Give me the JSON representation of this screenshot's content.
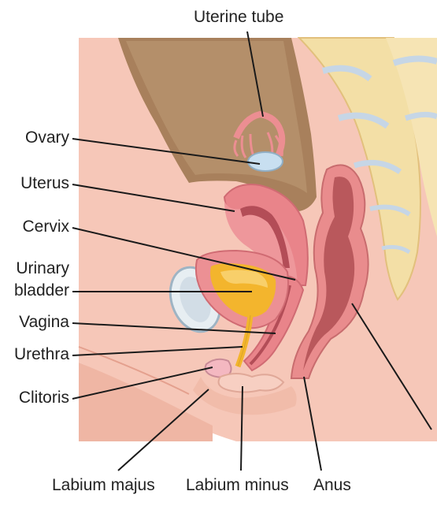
{
  "labels": {
    "uterine_tube": "Uterine tube",
    "ovary": "Ovary",
    "uterus": "Uterus",
    "cervix": "Cervix",
    "urinary_bladder_line1": "Urinary",
    "urinary_bladder_line2": "bladder",
    "vagina": "Vagina",
    "urethra": "Urethra",
    "clitoris": "Clitoris",
    "labium_majus": "Labium majus",
    "labium_minus": "Labium minus",
    "anus": "Anus"
  },
  "colors": {
    "skin": "#f6c7b8",
    "skin_shadow": "#e9a896",
    "peritoneal_cavity": "#a8805c",
    "sacrum": "#f3dfa6",
    "disc": "#c6d6e6",
    "muscle_wall": "#e9848a",
    "uterine_cavity": "#b34d57",
    "bladder_fill": "#f3b52d",
    "rectum": "#c45f62",
    "leader_line": "#1a1a1a"
  }
}
